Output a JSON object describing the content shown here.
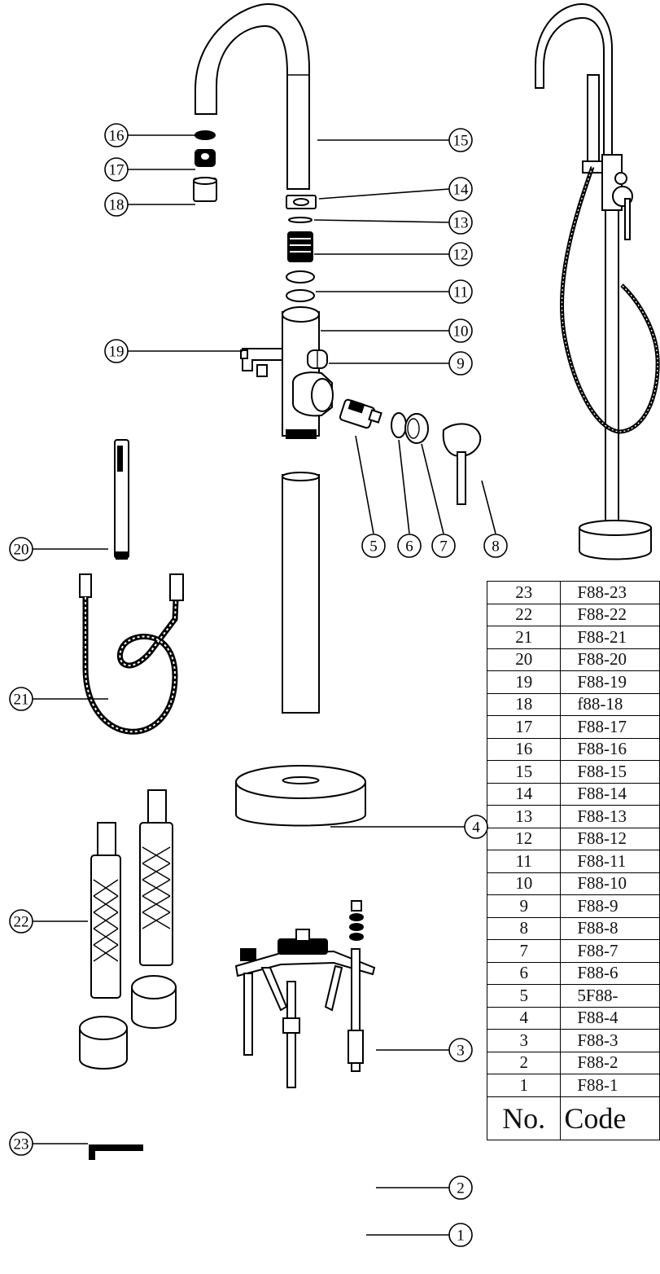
{
  "callouts": [
    "1",
    "2",
    "3",
    "4",
    "5",
    "6",
    "7",
    "8",
    "9",
    "10",
    "11",
    "12",
    "13",
    "14",
    "15",
    "16",
    "17",
    "18",
    "19",
    "20",
    "21",
    "22",
    "23"
  ],
  "table": {
    "header": {
      "no": "No.",
      "code": "Code"
    },
    "rows": [
      {
        "no": "23",
        "code": "F88-23"
      },
      {
        "no": "22",
        "code": "F88-22"
      },
      {
        "no": "21",
        "code": "F88-21"
      },
      {
        "no": "20",
        "code": "F88-20"
      },
      {
        "no": "19",
        "code": "F88-19"
      },
      {
        "no": "18",
        "code": "f88-18"
      },
      {
        "no": "17",
        "code": "F88-17"
      },
      {
        "no": "16",
        "code": "F88-16"
      },
      {
        "no": "15",
        "code": "F88-15"
      },
      {
        "no": "14",
        "code": "F88-14"
      },
      {
        "no": "13",
        "code": "F88-13"
      },
      {
        "no": "12",
        "code": "F88-12"
      },
      {
        "no": "11",
        "code": "F88-11"
      },
      {
        "no": "10",
        "code": "F88-10"
      },
      {
        "no": "9",
        "code": "F88-9"
      },
      {
        "no": "8",
        "code": "F88-8"
      },
      {
        "no": "7",
        "code": "F88-7"
      },
      {
        "no": "6",
        "code": "F88-6"
      },
      {
        "no": "5",
        "code": "5F88-"
      },
      {
        "no": "4",
        "code": "F88-4"
      },
      {
        "no": "3",
        "code": "F88-3"
      },
      {
        "no": "2",
        "code": "F88-2"
      },
      {
        "no": "1",
        "code": "F88-1"
      }
    ]
  }
}
